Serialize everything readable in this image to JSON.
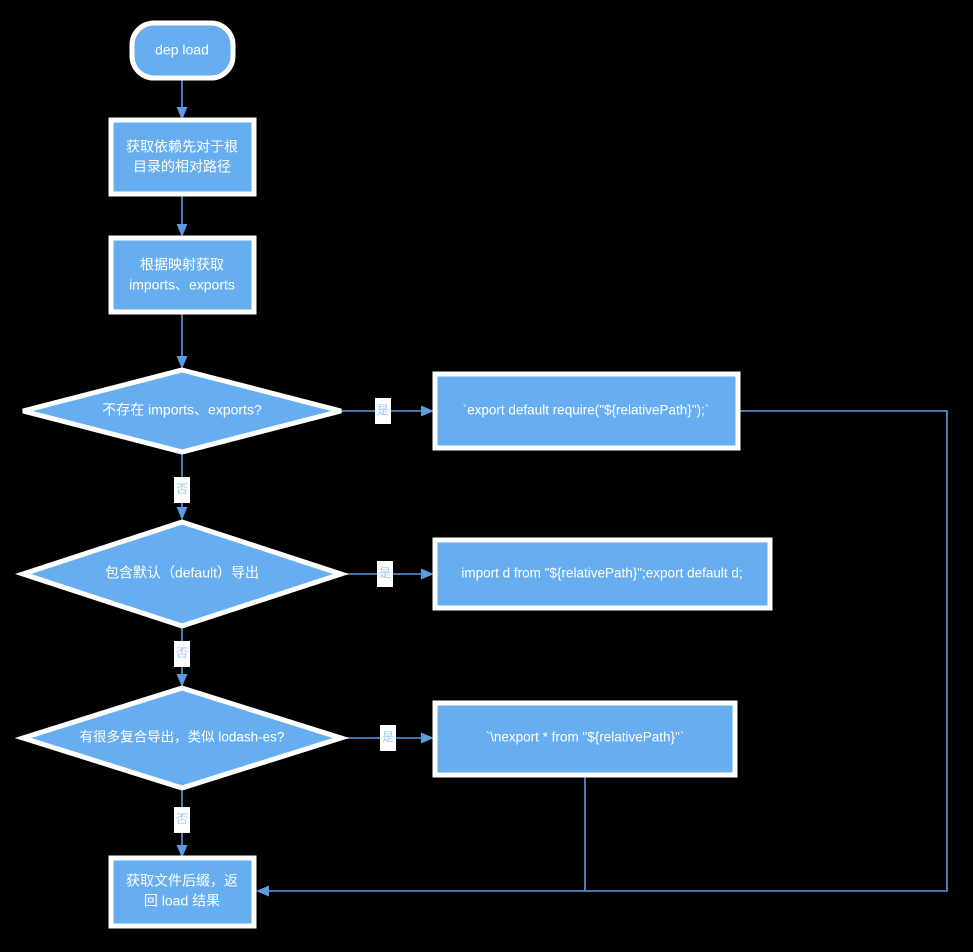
{
  "diagram": {
    "title": "dep load flowchart",
    "colors": {
      "background": "#000000",
      "node_fill": "#67AEF0",
      "node_stroke": "#FFFFFF",
      "edge": "#5B9BE0",
      "node_text": "#FFFFFF",
      "edge_label_text": "#9CC8F5",
      "edge_label_bg": "#FFFFFF"
    },
    "nodes": {
      "start": {
        "label": "dep load",
        "shape": "rounded-rectangle"
      },
      "step_relative_path": {
        "line1": "获取依赖先对于根",
        "line2": "目录的相对路径",
        "shape": "rectangle"
      },
      "step_imports_exports": {
        "line1": "根据映射获取",
        "line2": "imports、exports",
        "shape": "rectangle"
      },
      "decision_no_imports_exports": {
        "label": "不存在 imports、exports?",
        "shape": "diamond"
      },
      "decision_has_default": {
        "label": "包含默认（default）导出",
        "shape": "diamond"
      },
      "decision_many_compound": {
        "label": "有很多复合导出，类似 lodash-es?",
        "shape": "diamond"
      },
      "out_require": {
        "label": "`export default require(\"${relativePath}\");`",
        "shape": "rectangle"
      },
      "out_import_default": {
        "label": "import d from \"${relativePath}\";export default d;",
        "shape": "rectangle"
      },
      "out_export_star": {
        "label": "`\\nexport * from \"${relativePath}\"`",
        "shape": "rectangle"
      },
      "end_load_result": {
        "line1": "获取文件后缀，返",
        "line2": "回 load 结果",
        "shape": "rectangle"
      }
    },
    "edge_labels": {
      "yes1": "是",
      "yes2": "是",
      "yes3": "是",
      "no1": "否",
      "no2": "否",
      "no3": "否"
    }
  }
}
